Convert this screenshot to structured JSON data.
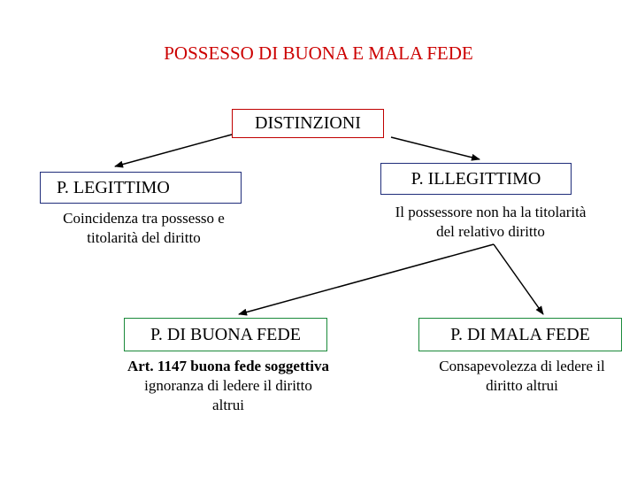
{
  "title": "POSSESSO DI BUONA E MALA FEDE",
  "root": "DISTINZIONI",
  "legittimo": {
    "label": "P. LEGITTIMO",
    "desc_line1": "Coincidenza tra possesso e",
    "desc_line2": "titolarità del diritto"
  },
  "illegittimo": {
    "label": "P. ILLEGITTIMO",
    "desc_line1": "Il possessore non ha la titolarità",
    "desc_line2": "del relativo diritto"
  },
  "buona_fede": {
    "label": "P. DI BUONA FEDE",
    "desc_line1": "Art. 1147 buona fede soggettiva",
    "desc_line2": "ignoranza di ledere il diritto",
    "desc_line3": "altrui"
  },
  "mala_fede": {
    "label": "P. DI MALA FEDE",
    "desc_line1": "Consapevolezza di ledere il",
    "desc_line2": "diritto altrui"
  },
  "colors": {
    "title": "#cc0000",
    "root_border": "#c00000",
    "level1_border": "#1f2d7a",
    "level2_border": "#1a8a3a"
  }
}
